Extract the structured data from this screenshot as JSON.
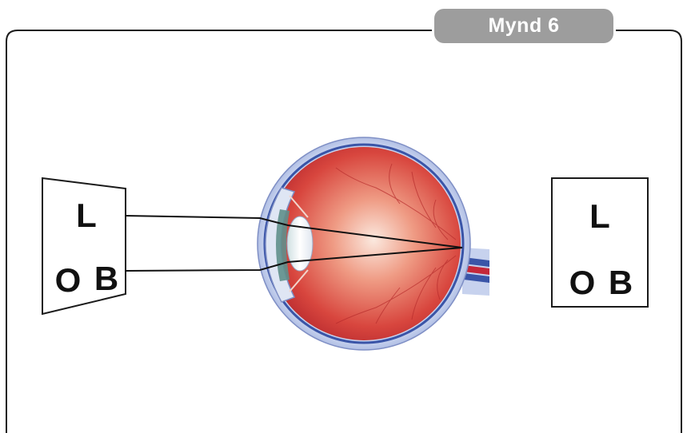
{
  "figure": {
    "title": "Mynd 6",
    "colors": {
      "frame": "#1a1a1a",
      "badge": "#9d9d9d",
      "badge_text": "#ffffff",
      "eyeball": "#d8463e",
      "sclera": "#a9b9e0",
      "lens": "#e9eef5",
      "optic_nerve_red": "#c5283a",
      "optic_nerve_blue": "#3a55a8"
    }
  },
  "left_chart": {
    "letter_top": "L",
    "letter_bottom_left": "O",
    "letter_bottom_right": "B"
  },
  "right_chart": {
    "letter_top": "L",
    "letter_bottom_left": "O",
    "letter_bottom_right": "B"
  }
}
